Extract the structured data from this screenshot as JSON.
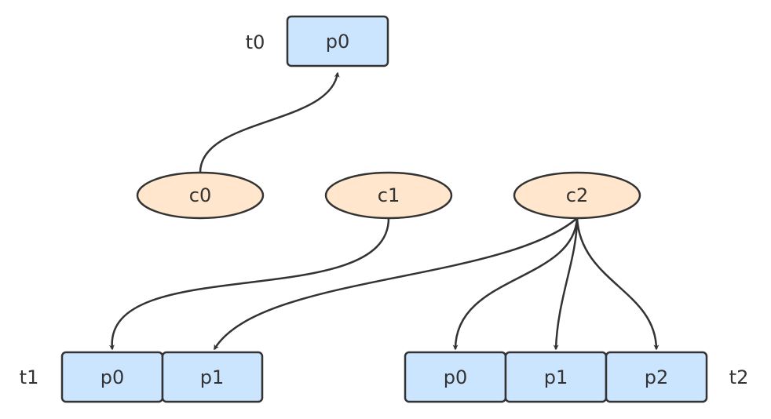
{
  "topics": {
    "t0": {
      "label": "t0",
      "partitions": [
        {
          "label": "p0"
        }
      ]
    },
    "t1": {
      "label": "t1",
      "partitions": [
        {
          "label": "p0"
        },
        {
          "label": "p1"
        }
      ]
    },
    "t2": {
      "label": "t2",
      "partitions": [
        {
          "label": "p0"
        },
        {
          "label": "p1"
        },
        {
          "label": "p2"
        }
      ]
    }
  },
  "consumers": [
    {
      "label": "c0"
    },
    {
      "label": "c1"
    },
    {
      "label": "c2"
    }
  ],
  "assignments": [
    {
      "from": "c0",
      "to": "t0-p0"
    },
    {
      "from": "c1",
      "to": "t1-p0"
    },
    {
      "from": "c2",
      "to": "t1-p1"
    },
    {
      "from": "c2",
      "to": "t2-p0"
    },
    {
      "from": "c2",
      "to": "t2-p1"
    },
    {
      "from": "c2",
      "to": "t2-p2"
    }
  ],
  "colors": {
    "partition_fill": "#cce5ff",
    "consumer_fill": "#ffe6cc",
    "stroke": "#333333"
  }
}
